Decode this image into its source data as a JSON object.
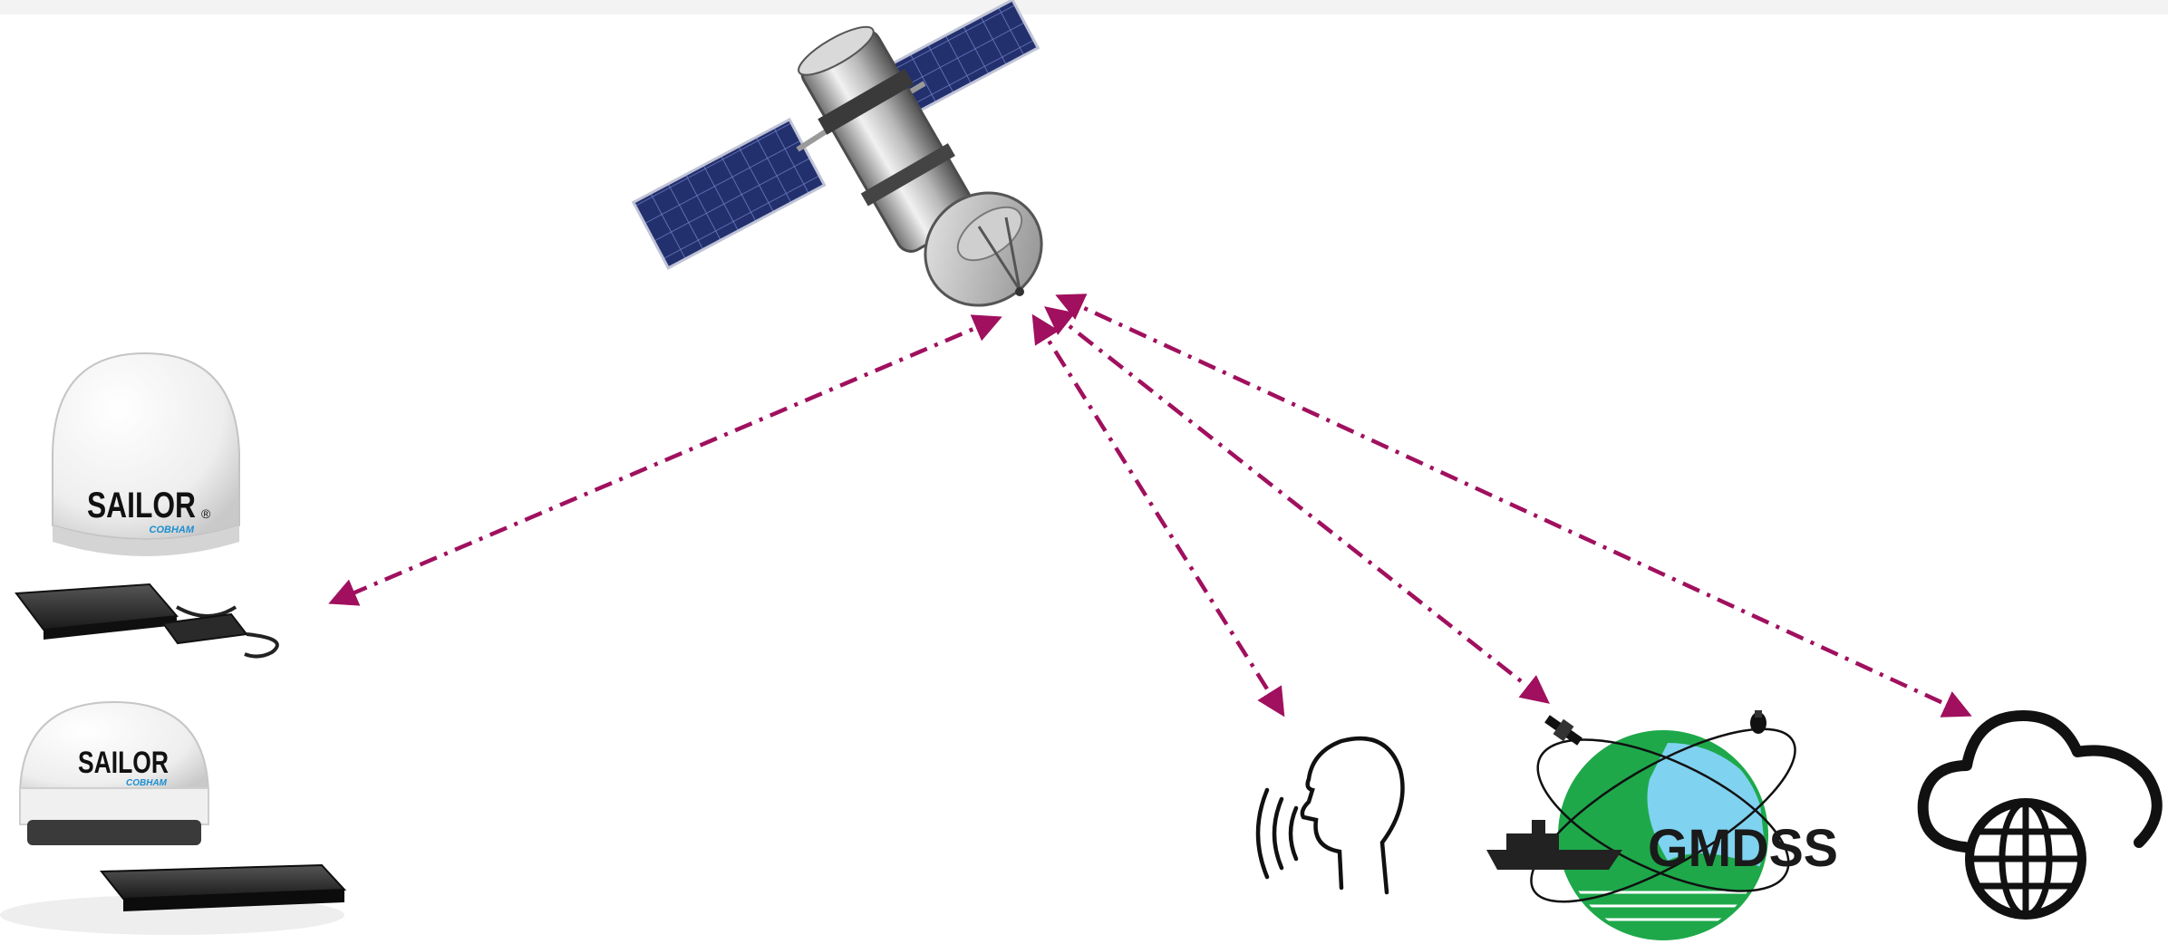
{
  "colors": {
    "link_arrow": "#a0105e",
    "panel_blue": "#23306e",
    "panel_grid": "#5d6bb0",
    "gmdss_green": "#1ea84a",
    "gmdss_sea": "#7fd2f0",
    "dome_white": "#f4f4f4",
    "icon_black": "#111111"
  },
  "terminals": {
    "top": {
      "brand": "SAILOR",
      "sub_brand": "COBHAM",
      "registered": "®"
    },
    "bottom": {
      "brand": "SAILOR",
      "sub_brand": "COBHAM"
    }
  },
  "endpoints": {
    "voice": {
      "icon": "voice-speaking-head-icon"
    },
    "gmdss": {
      "label": "GMDSS",
      "icon": "gmdss-globe-icon"
    },
    "internet": {
      "icon": "cloud-globe-icon"
    }
  },
  "satellite": {
    "icon": "satellite-icon"
  }
}
